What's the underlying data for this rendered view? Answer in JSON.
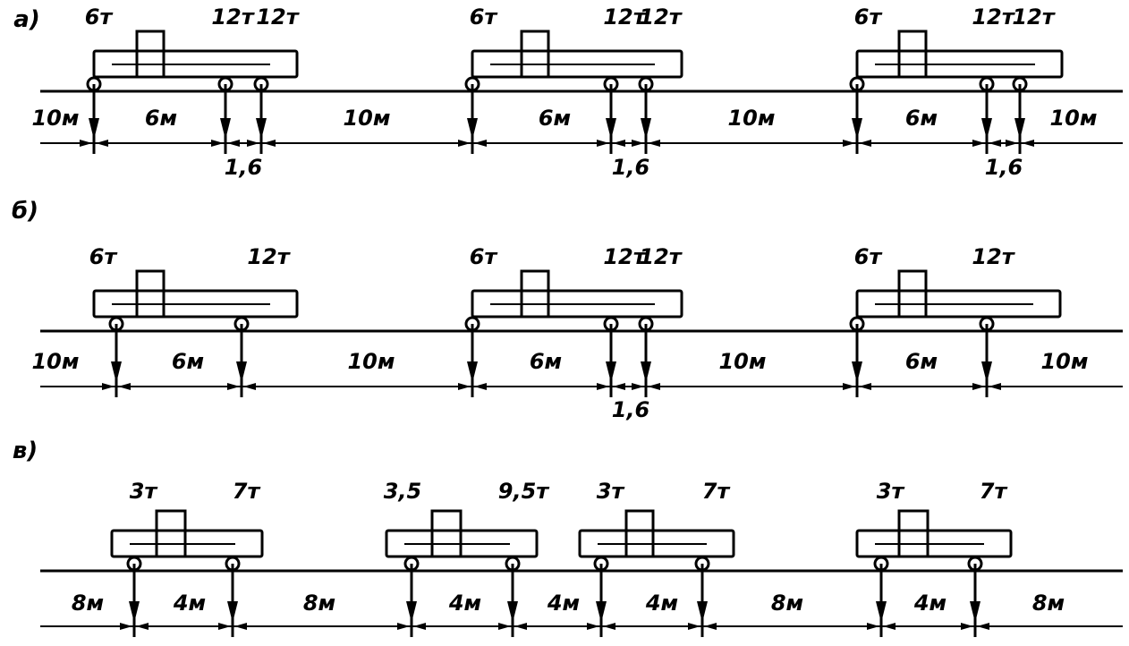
{
  "rows": [
    {
      "label": "а)",
      "vehicles": [
        {
          "loads": [
            "6т",
            "12т",
            "12т"
          ]
        },
        {
          "loads": [
            "6т",
            "12т",
            "12т"
          ]
        },
        {
          "loads": [
            "6т",
            "12т",
            "12т"
          ]
        }
      ],
      "dimensions": [
        "10м",
        "6м",
        "10м",
        "6м",
        "10м",
        "6м",
        "10м"
      ],
      "axle_gaps": [
        "1,6",
        "1,6",
        "1,6"
      ]
    },
    {
      "label": "б)",
      "vehicles": [
        {
          "loads": [
            "6т",
            "12т"
          ]
        },
        {
          "loads": [
            "6т",
            "12т",
            "12т"
          ]
        },
        {
          "loads": [
            "6т",
            "12т"
          ]
        }
      ],
      "dimensions": [
        "10м",
        "6м",
        "10м",
        "6м",
        "10м",
        "6м",
        "10м"
      ],
      "axle_gaps": [
        "1,6"
      ]
    },
    {
      "label": "в)",
      "vehicles": [
        {
          "loads": [
            "3т",
            "7т"
          ]
        },
        {
          "loads": [
            "3,5",
            "9,5т"
          ]
        },
        {
          "loads": [
            "3т",
            "7т"
          ]
        },
        {
          "loads": [
            "3т",
            "7т"
          ]
        }
      ],
      "dimensions": [
        "8м",
        "4м",
        "8м",
        "4м",
        "4м",
        "4м",
        "8м",
        "4м",
        "8м"
      ],
      "axle_gaps": []
    }
  ]
}
